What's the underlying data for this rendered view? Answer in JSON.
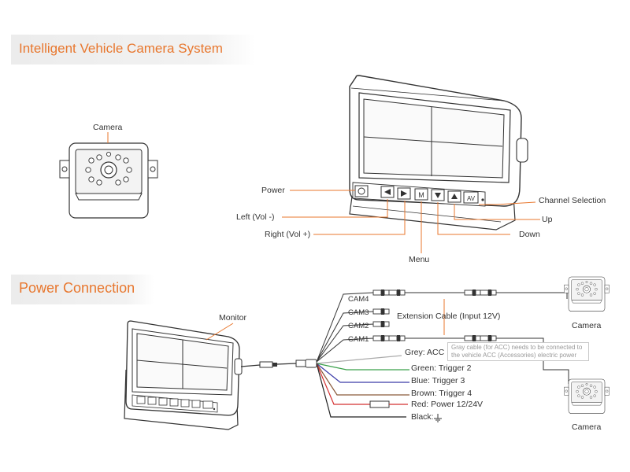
{
  "section1": {
    "title": "Intelligent Vehicle Camera System"
  },
  "section2": {
    "title": "Power Connection"
  },
  "system_labels": {
    "camera": "Camera",
    "power": "Power",
    "left": "Left (Vol -)",
    "right": "Right (Vol +)",
    "menu": "Menu",
    "channel": "Channel Selection",
    "up": "Up",
    "down": "Down"
  },
  "connection_labels": {
    "monitor": "Monitor",
    "cam4": "CAM4",
    "cam3": "CAM3",
    "cam2": "CAM2",
    "cam1": "CAM1",
    "extension": "Extension Cable (Input 12V)",
    "camera_top": "Camera",
    "camera_bottom": "Camera",
    "grey": "Grey: ACC",
    "grey_note": "Gray cable (for ACC) needs to be connected to the vehicle ACC (Accessories) electric power",
    "green": "Green: Trigger 2",
    "blue": "Blue: Trigger 3",
    "brown": "Brown: Trigger 4",
    "red": "Red: Power 12/24V",
    "black": "Black:"
  },
  "monitor_buttons": [
    "power-icon",
    "left-arrow-icon",
    "right-arrow-icon",
    "menu-icon",
    "down-arrow-icon",
    "up-arrow-icon",
    "av-icon"
  ],
  "button_text": {
    "av": "AV",
    "menu": "M"
  },
  "colors": {
    "accent": "#e8772e",
    "wire_grey": "#aaaaaa",
    "wire_green": "#3aa04a",
    "wire_blue": "#3a3aa8",
    "wire_brown": "#8a5a3a",
    "wire_red": "#d43030",
    "wire_black": "#222222"
  }
}
